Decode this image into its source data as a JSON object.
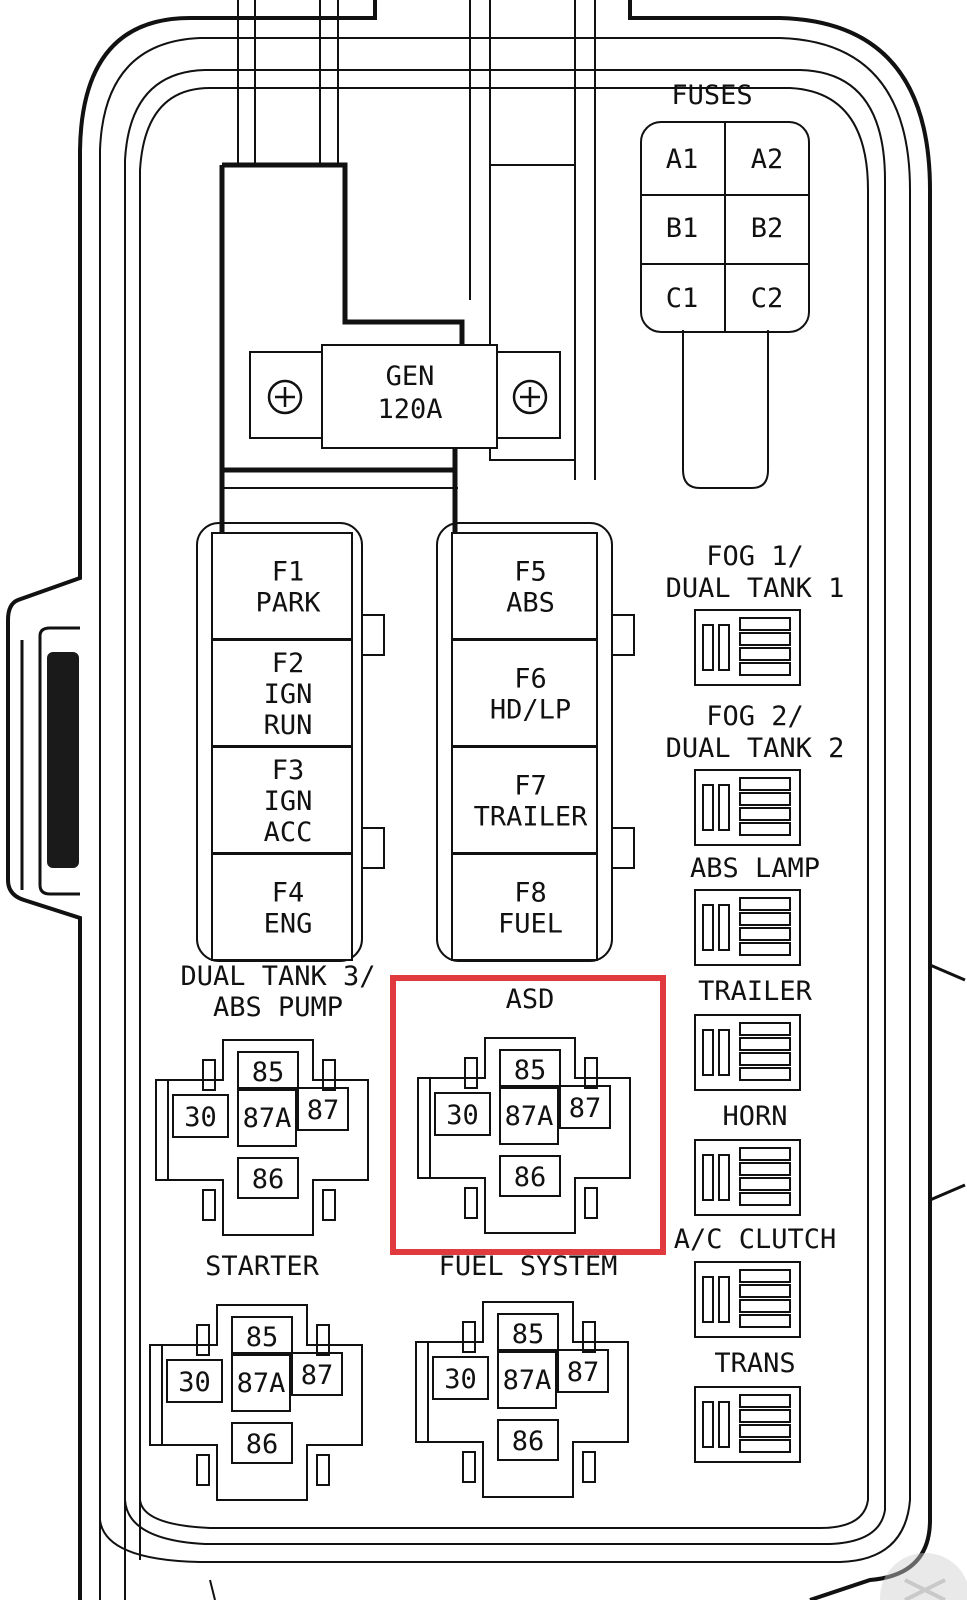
{
  "fuses_block": {
    "title": "FUSES",
    "cells": [
      [
        "A1",
        "A2"
      ],
      [
        "B1",
        "B2"
      ],
      [
        "C1",
        "C2"
      ]
    ]
  },
  "gen_fuse": {
    "line1": "GEN",
    "line2": "120A",
    "plus": "⊕"
  },
  "left_fuses": [
    {
      "lines": [
        "F1",
        "PARK"
      ]
    },
    {
      "lines": [
        "F2",
        "IGN",
        "RUN"
      ]
    },
    {
      "lines": [
        "F3",
        "IGN",
        "ACC"
      ]
    },
    {
      "lines": [
        "F4",
        "ENG"
      ]
    }
  ],
  "right_fuses": [
    {
      "lines": [
        "F5",
        "ABS"
      ]
    },
    {
      "lines": [
        "F6",
        "HD/LP"
      ]
    },
    {
      "lines": [
        "F7",
        "TRAILER"
      ]
    },
    {
      "lines": [
        "F8",
        "FUEL"
      ]
    }
  ],
  "big_relays": [
    {
      "id": "dual-tank-3",
      "label": [
        "DUAL TANK 3/",
        "ABS PUMP"
      ],
      "pins": {
        "top": "85",
        "left": "30",
        "center": "87A",
        "right": "87",
        "bottom": "86"
      }
    },
    {
      "id": "asd",
      "label": [
        "ASD"
      ],
      "highlighted": true,
      "pins": {
        "top": "85",
        "left": "30",
        "center": "87A",
        "right": "87",
        "bottom": "86"
      }
    },
    {
      "id": "starter",
      "label": [
        "STARTER"
      ],
      "pins": {
        "top": "85",
        "left": "30",
        "center": "87A",
        "right": "87",
        "bottom": "86"
      }
    },
    {
      "id": "fuel-system",
      "label": [
        "FUEL SYSTEM"
      ],
      "pins": {
        "top": "85",
        "left": "30",
        "center": "87A",
        "right": "87",
        "bottom": "86"
      }
    }
  ],
  "small_relays": [
    {
      "id": "fog-1",
      "label": [
        "FOG 1/",
        "DUAL TANK 1"
      ]
    },
    {
      "id": "fog-2",
      "label": [
        "FOG 2/",
        "DUAL TANK 2"
      ]
    },
    {
      "id": "abs-lamp",
      "label": [
        "ABS LAMP"
      ]
    },
    {
      "id": "trailer",
      "label": [
        "TRAILER"
      ]
    },
    {
      "id": "horn",
      "label": [
        "HORN"
      ]
    },
    {
      "id": "ac-clutch",
      "label": [
        "A/C CLUTCH"
      ]
    },
    {
      "id": "trans",
      "label": [
        "TRANS"
      ]
    }
  ],
  "colors": {
    "line": "#111111",
    "highlight": "#e0393e",
    "background": "#ffffff"
  }
}
